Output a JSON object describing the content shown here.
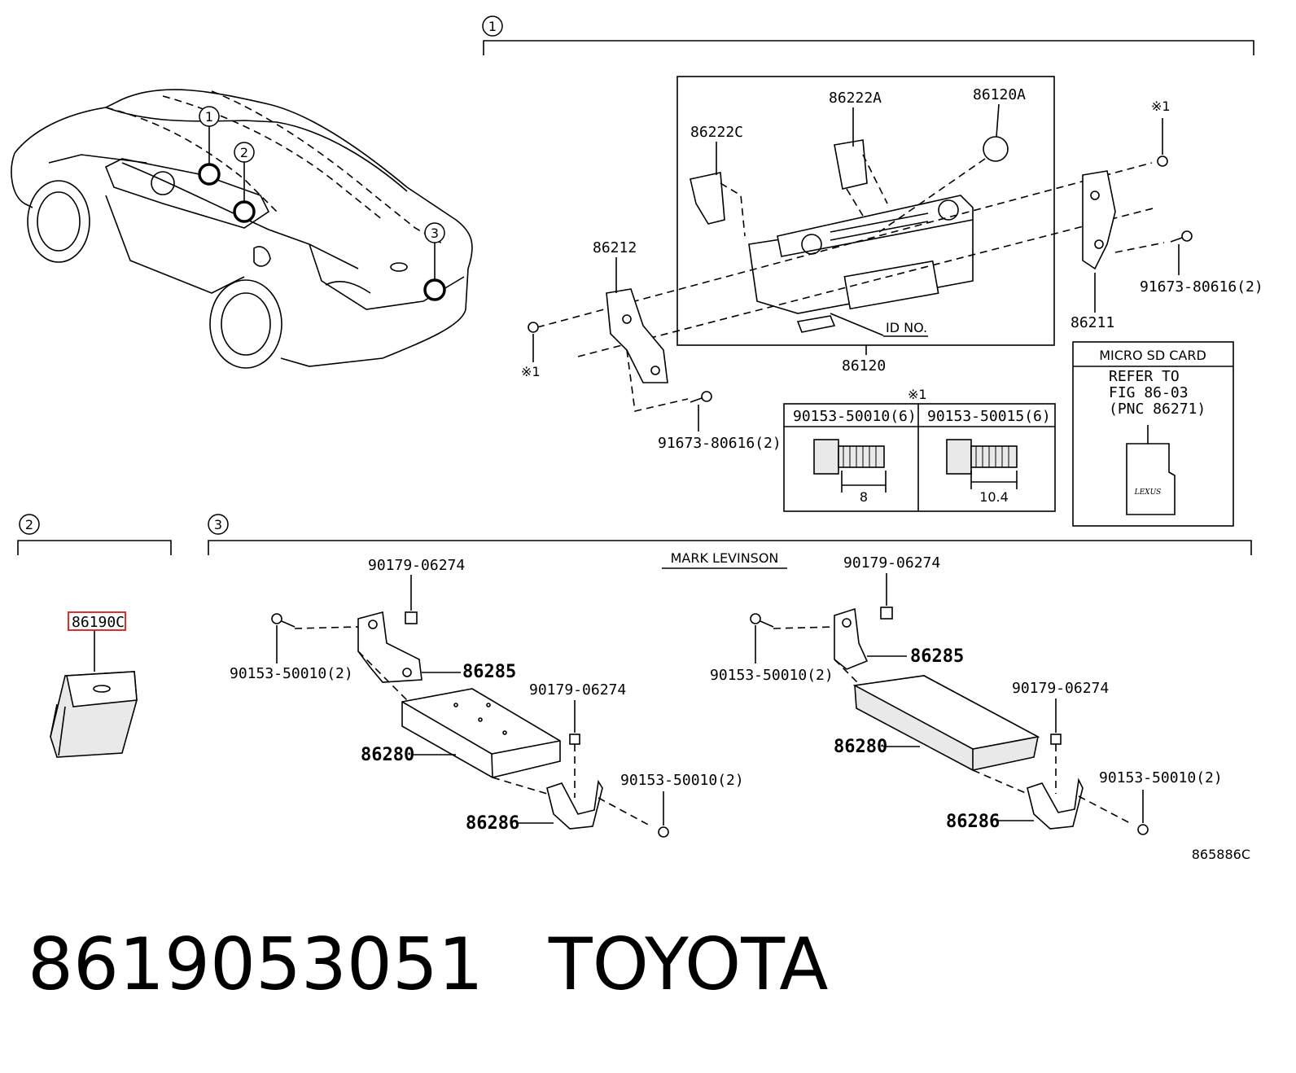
{
  "section_markers": [
    "1",
    "2",
    "3"
  ],
  "car_callouts": [
    "1",
    "2",
    "3"
  ],
  "section1": {
    "parts": {
      "p86222A": "86222A",
      "p86120A": "86120A",
      "p86222C": "86222C",
      "p86212": "86212",
      "p86211": "86211",
      "p86120": "86120",
      "id_no": "ID NO.",
      "bolt_right": "91673-80616(2)",
      "bolt_bottom": "91673-80616(2)",
      "note_mark_right": "※1",
      "note_mark_left": "※1"
    },
    "screw_table": {
      "mark": "※1",
      "col1": "90153-50010(6)",
      "col2": "90153-50015(6)",
      "dim1": "8",
      "dim2": "10.4"
    },
    "sd_box": {
      "title": "MICRO SD CARD",
      "line1": "REFER  TO",
      "line2": "FIG 86-03",
      "line3": "(PNC  86271)",
      "logo": "LEXUS"
    }
  },
  "section2": {
    "part_highlight": "86190C"
  },
  "section3": {
    "mark_levinson": "MARK LEVINSON",
    "left": {
      "nut_top": "90179-06274",
      "screw_left": "90153-50010(2)",
      "bracket_top": "86285",
      "nut_right": "90179-06274",
      "amp": "86280",
      "screw_right": "90153-50010(2)",
      "bracket_bottom": "86286"
    },
    "right": {
      "nut_top": "90179-06274",
      "screw_left": "90153-50010(2)",
      "bracket_top": "86285",
      "nut_right": "90179-06274",
      "amp": "86280",
      "screw_right": "90153-50010(2)",
      "bracket_bottom": "86286"
    }
  },
  "figure_code": "865886C",
  "footer": {
    "part_number": "8619053051",
    "brand": "TOYOTA"
  },
  "colors": {
    "line": "#000000",
    "highlight": "#d93030",
    "background": "#ffffff"
  }
}
